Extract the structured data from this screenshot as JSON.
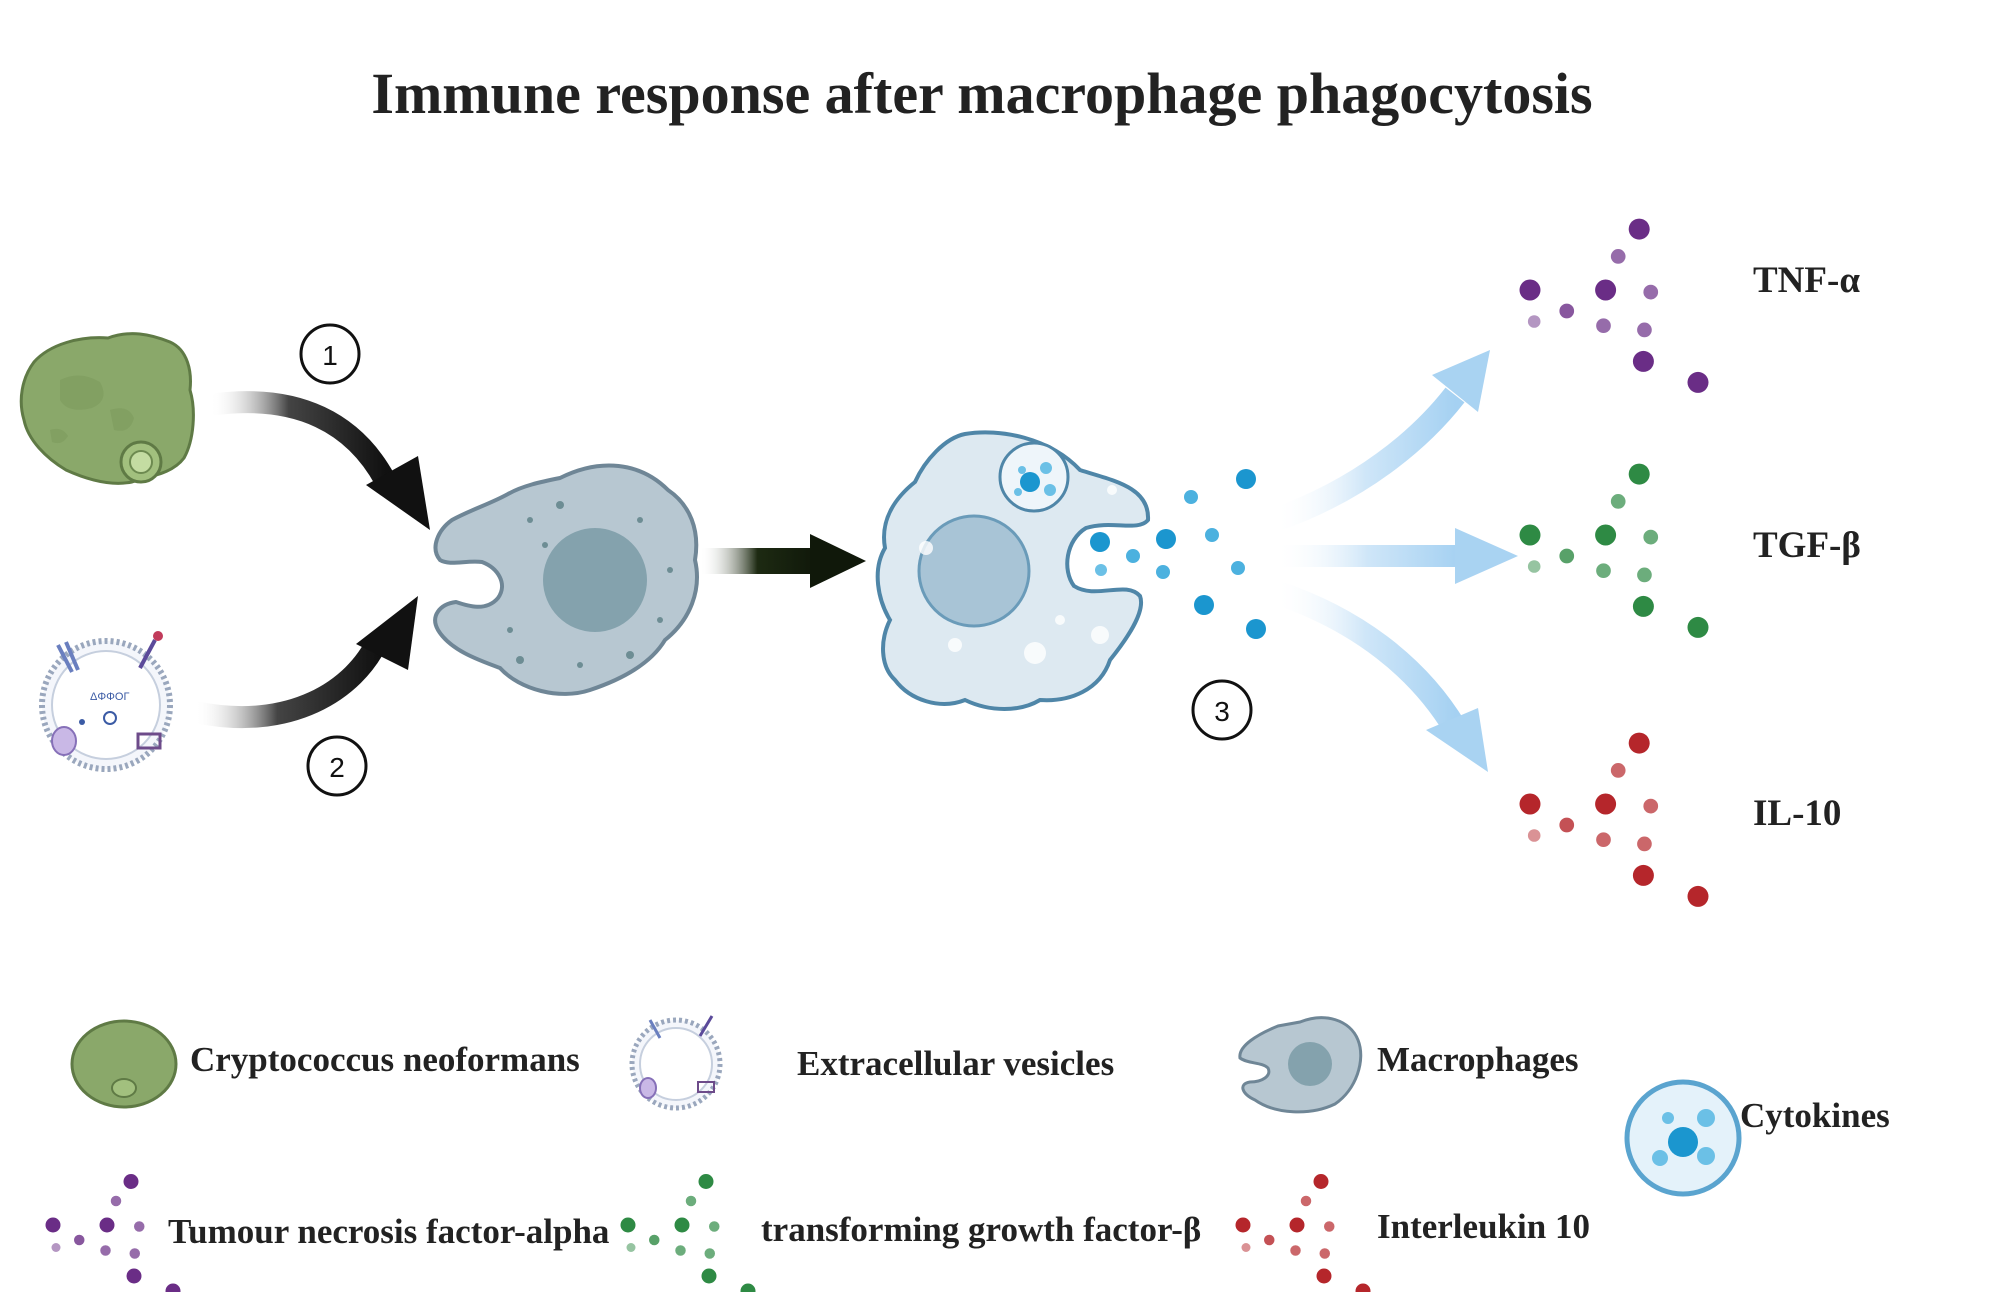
{
  "title": "Immune response after macrophage phagocytosis",
  "steps": [
    "1",
    "2",
    "3"
  ],
  "cytokine_labels": {
    "tnf": "TNF-α",
    "tgf": "TGF-β",
    "il10": "IL-10"
  },
  "legend": {
    "cryptococcus": "Cryptococcus neoformans",
    "vesicles": "Extracellular vesicles",
    "macrophages": "Macrophages",
    "cytokines": "Cytokines",
    "tnf_alpha": "Tumour necrosis factor-alpha",
    "tgf_beta": "transforming growth factor-β",
    "il10": "Interleukin 10"
  },
  "colors": {
    "tnf": "#6a2d86",
    "tgf": "#2e8a44",
    "il10": "#b5262b",
    "cytokine_blue": "#1b96cf",
    "fungus": "#8aa86a",
    "macrophage": "#b7c7d1",
    "arrow_light": "#a9d3f2"
  }
}
